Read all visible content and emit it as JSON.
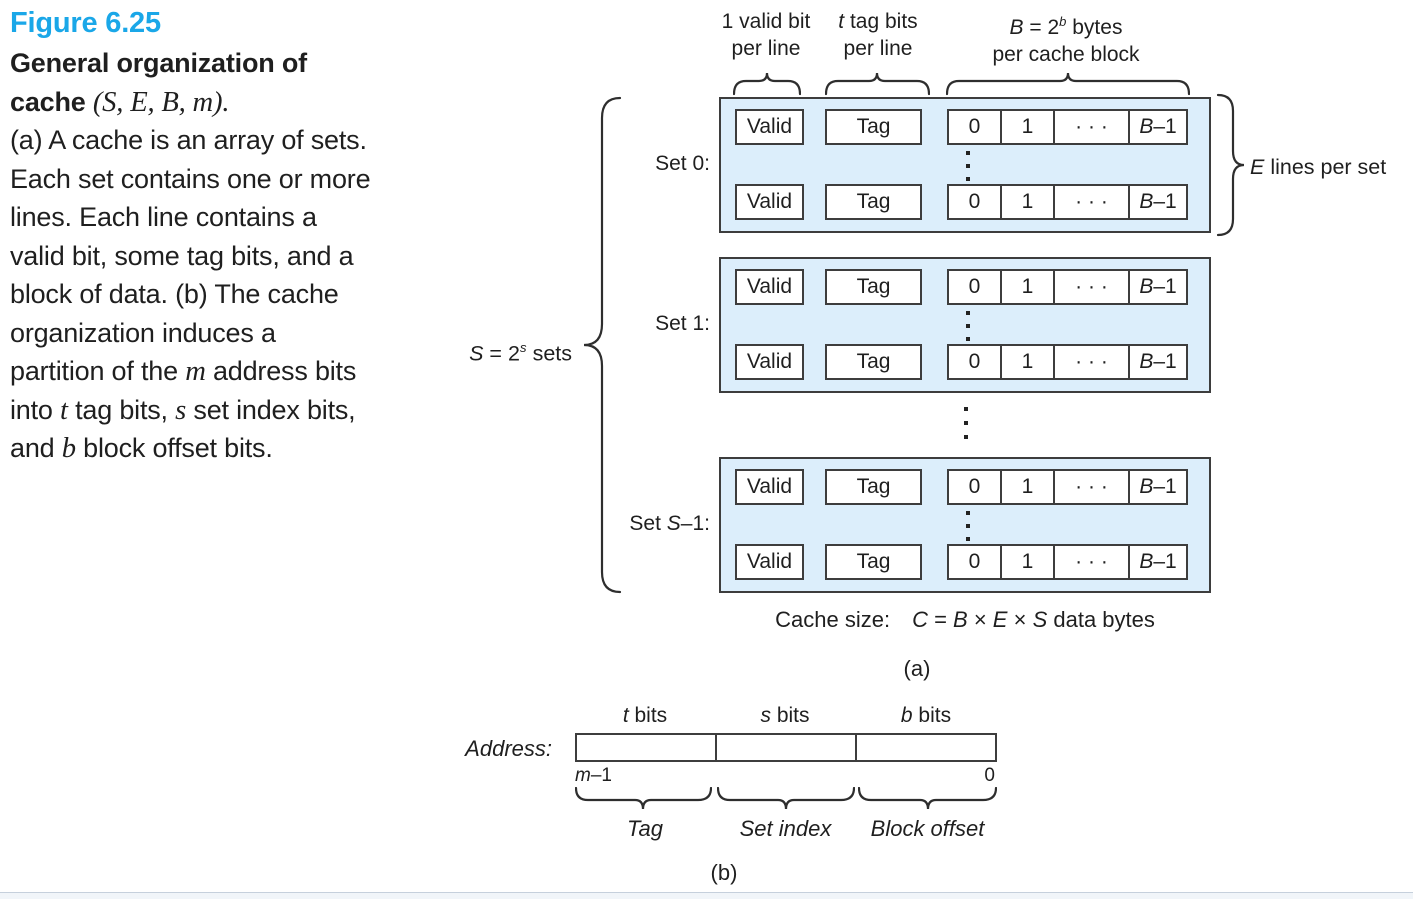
{
  "caption": {
    "figure_label": "Figure 6.25",
    "heading_parts": [
      {
        "text": "General organization of cache ",
        "style": "b"
      },
      {
        "text": "(S, E, B, m).",
        "style": "ms"
      }
    ],
    "body_parts": [
      {
        "text": "(a) A cache is an array of sets. Each set contains one or more lines. Each line contains a valid bit, some tag bits, and a block of data. (b) The cache organization induces a partition of the ",
        "style": "n"
      },
      {
        "text": "m",
        "style": "ms"
      },
      {
        "text": " address bits into ",
        "style": "n"
      },
      {
        "text": "t",
        "style": "ms"
      },
      {
        "text": " tag bits, ",
        "style": "n"
      },
      {
        "text": "s",
        "style": "ms"
      },
      {
        "text": " set index bits, and ",
        "style": "n"
      },
      {
        "text": "b",
        "style": "ms"
      },
      {
        "text": " block offset bits.",
        "style": "n"
      }
    ]
  },
  "diagram_a": {
    "col_labels": {
      "valid_l1": [
        {
          "text": "1 valid bit",
          "style": "n"
        }
      ],
      "valid_l2": [
        {
          "text": "per line",
          "style": "n"
        }
      ],
      "tag_l1": [
        {
          "text": "t",
          "style": "i"
        },
        {
          "text": " tag bits",
          "style": "n"
        }
      ],
      "tag_l2": [
        {
          "text": "per line",
          "style": "n"
        }
      ],
      "block_l1": [
        {
          "text": "B",
          "style": "i"
        },
        {
          "text": " = 2",
          "style": "n"
        },
        {
          "text": "b",
          "style": "sup"
        },
        {
          "text": " bytes",
          "style": "n"
        }
      ],
      "block_l2": [
        {
          "text": "per cache block",
          "style": "n"
        }
      ]
    },
    "sets": [
      {
        "label_parts": [
          {
            "text": "Set 0:",
            "style": "n"
          }
        ]
      },
      {
        "label_parts": [
          {
            "text": "Set 1:",
            "style": "n"
          }
        ]
      },
      {
        "label_parts": [
          {
            "text": "Set ",
            "style": "n"
          },
          {
            "text": "S",
            "style": "i"
          },
          {
            "text": "–1:",
            "style": "n"
          }
        ]
      }
    ],
    "line_row": {
      "valid": "Valid",
      "tag": "Tag",
      "cells": [
        [
          {
            "text": "0",
            "style": "n"
          }
        ],
        [
          {
            "text": "1",
            "style": "n"
          }
        ],
        [
          {
            "text": "· · ·",
            "style": "n"
          }
        ],
        [
          {
            "text": "B",
            "style": "i"
          },
          {
            "text": "–1",
            "style": "n"
          }
        ]
      ]
    },
    "sets_brace_parts": [
      {
        "text": "S",
        "style": "i"
      },
      {
        "text": " = 2",
        "style": "n"
      },
      {
        "text": "s",
        "style": "sup"
      },
      {
        "text": " sets",
        "style": "n"
      }
    ],
    "lines_brace_parts": [
      {
        "text": "E",
        "style": "i"
      },
      {
        "text": " lines per set",
        "style": "n"
      }
    ],
    "cache_size_parts": [
      {
        "text": "Cache size:  ",
        "style": "n"
      },
      {
        "text": "C",
        "style": "i"
      },
      {
        "text": " = ",
        "style": "n"
      },
      {
        "text": "B",
        "style": "i"
      },
      {
        "text": " × ",
        "style": "n"
      },
      {
        "text": "E",
        "style": "i"
      },
      {
        "text": " × ",
        "style": "n"
      },
      {
        "text": "S",
        "style": "i"
      },
      {
        "text": " data bytes",
        "style": "n"
      }
    ],
    "sublabel": "(a)"
  },
  "diagram_b": {
    "address_parts": [
      {
        "text": "Address:",
        "style": "i"
      }
    ],
    "field_labels": [
      [
        {
          "text": "t",
          "style": "i"
        },
        {
          "text": " bits",
          "style": "n"
        }
      ],
      [
        {
          "text": "s",
          "style": "i"
        },
        {
          "text": " bits",
          "style": "n"
        }
      ],
      [
        {
          "text": "b",
          "style": "i"
        },
        {
          "text": " bits",
          "style": "n"
        }
      ]
    ],
    "bit_high_parts": [
      {
        "text": "m",
        "style": "i"
      },
      {
        "text": "–1",
        "style": "n"
      }
    ],
    "bit_low": "0",
    "brace_labels": [
      [
        {
          "text": "Tag",
          "style": "i"
        }
      ],
      [
        {
          "text": "Set index",
          "style": "i"
        }
      ],
      [
        {
          "text": "Block offset",
          "style": "i"
        }
      ]
    ],
    "sublabel": "(b)"
  }
}
